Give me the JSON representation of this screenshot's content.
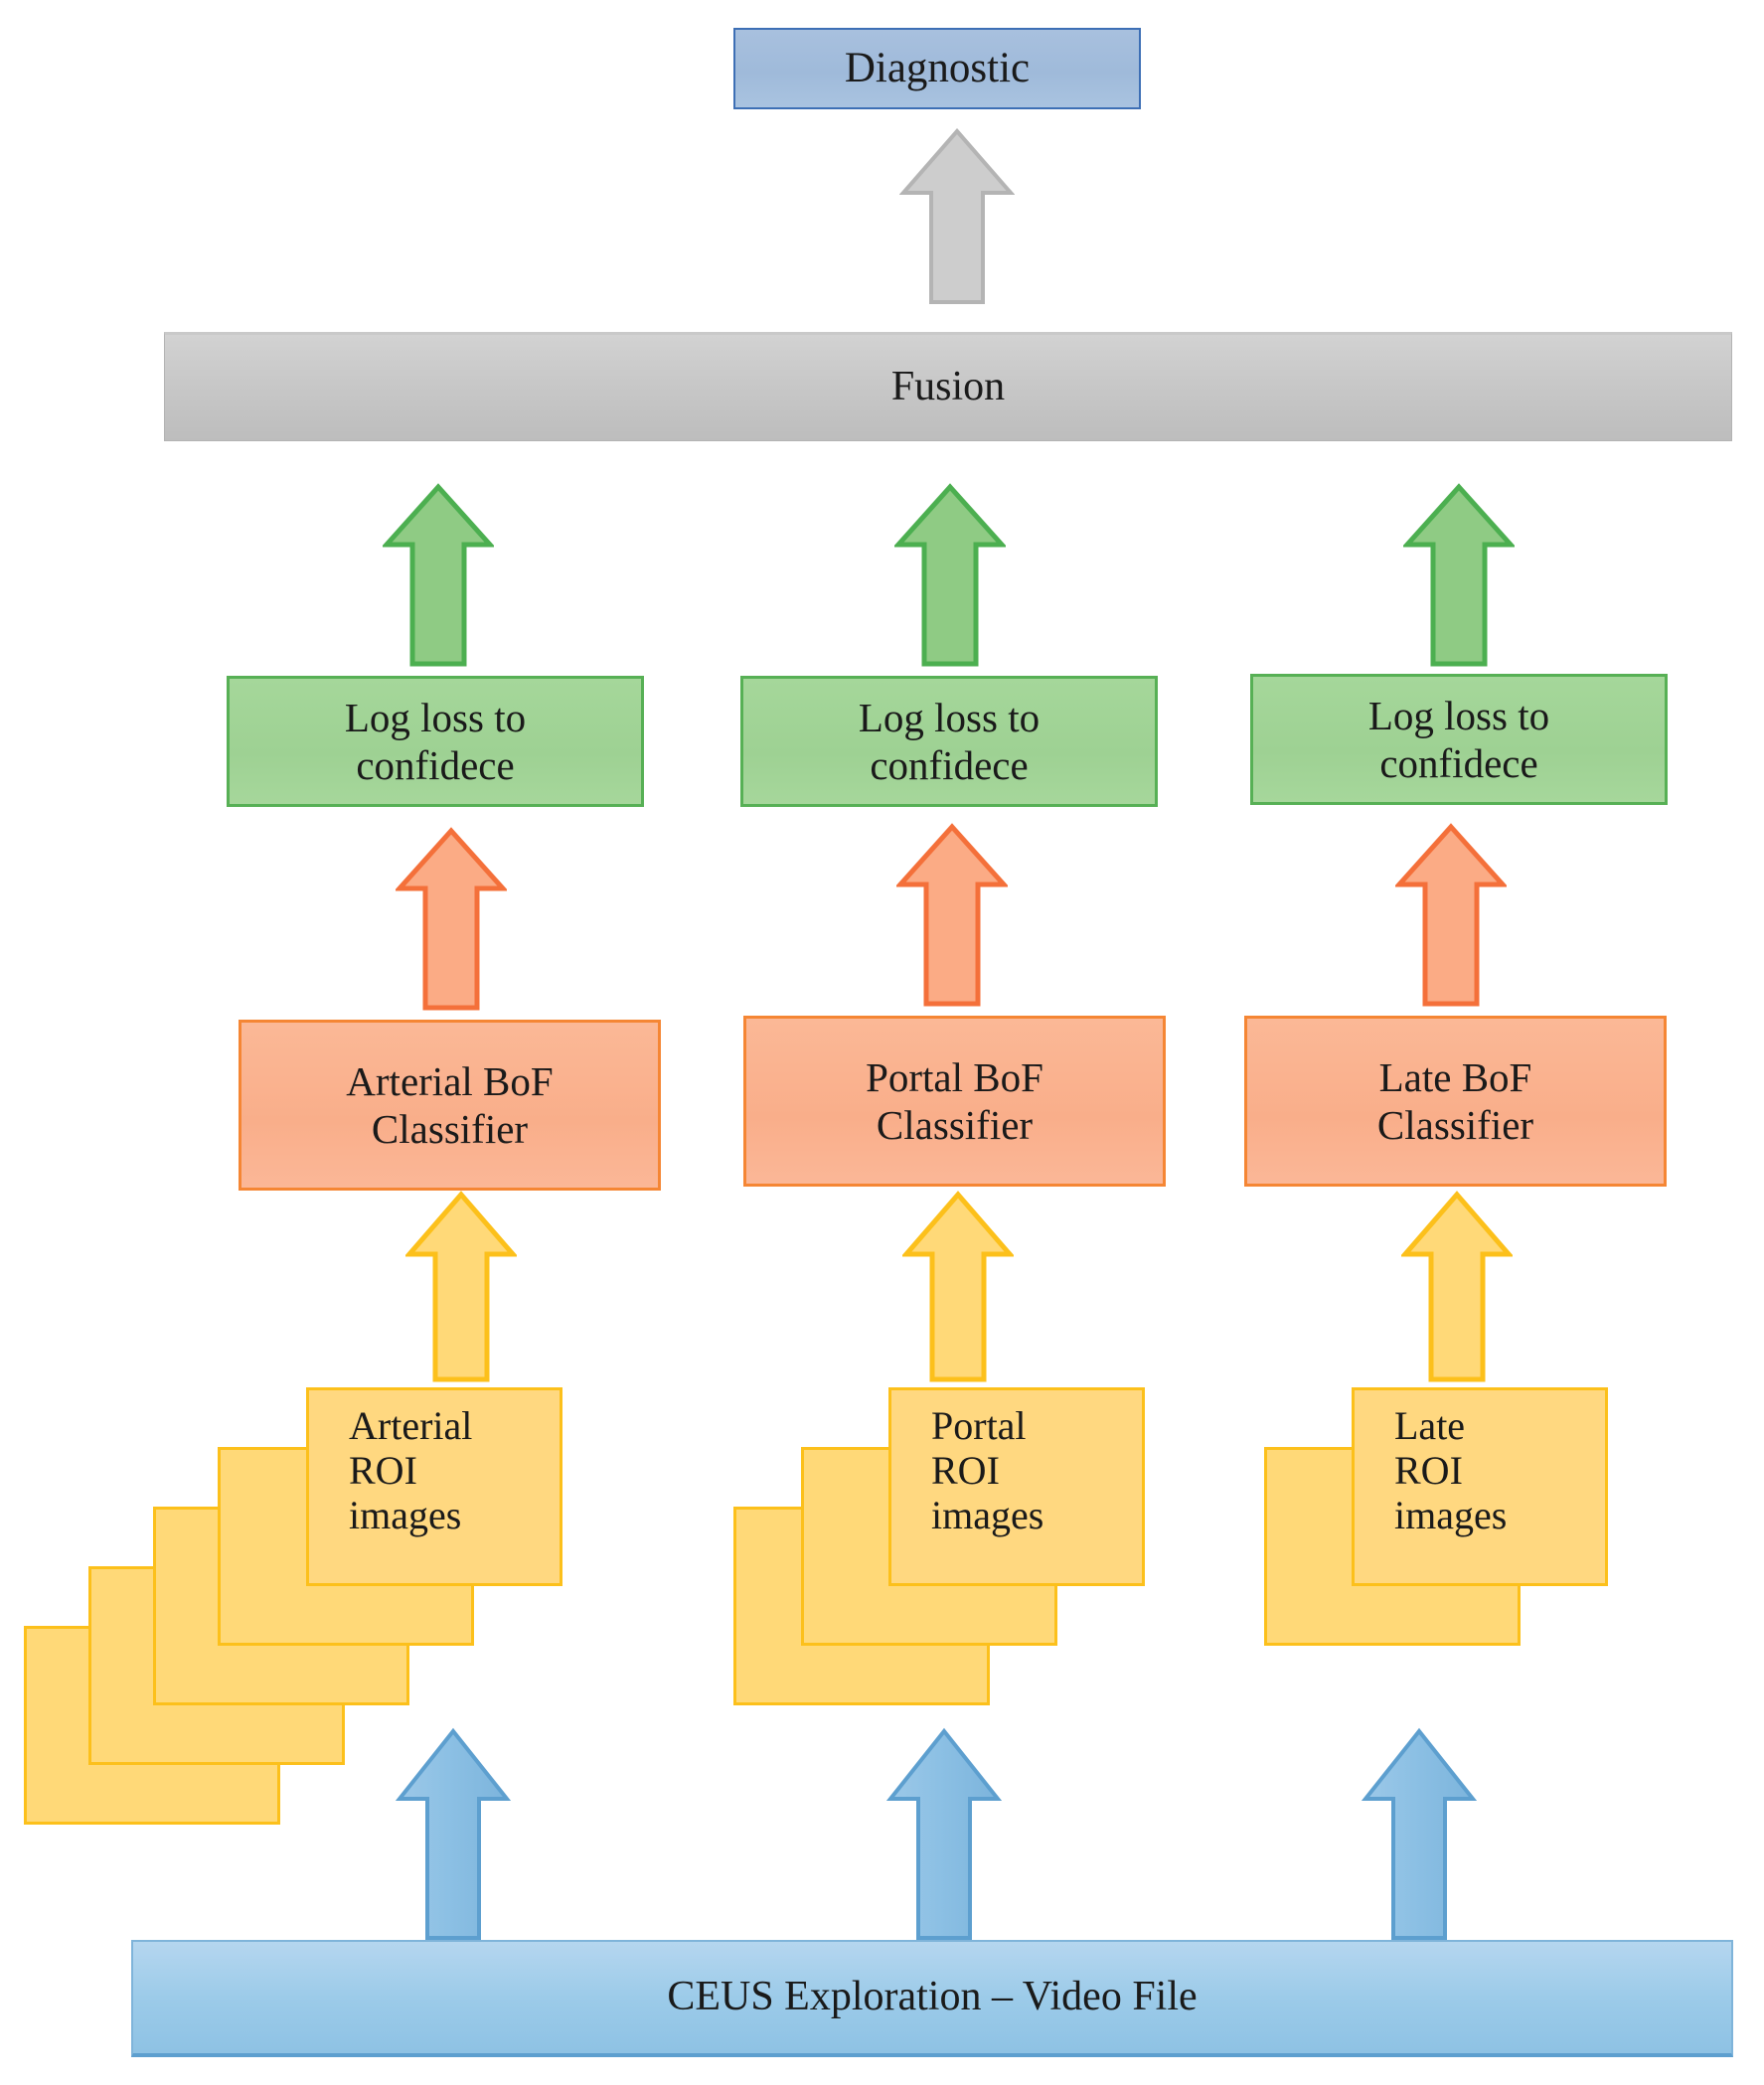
{
  "diagram": {
    "title": "CEUS multi-phase Bag-of-Features diagnostic pipeline",
    "type": "flowchart"
  },
  "nodes": {
    "diagnostic": {
      "label": "Diagnostic",
      "color": "#a9c3e0",
      "border": "#3d6fb5"
    },
    "fusion": {
      "label": "Fusion",
      "color": "#c8c8c8",
      "border": "#b3b3b3"
    },
    "source": {
      "label": "CEUS Exploration – Video File",
      "color": "#9ccbe9",
      "border": "#7fb4da"
    }
  },
  "columns": [
    {
      "name": "arterial",
      "confidence": {
        "label": "Log loss to\nconfidece",
        "color": "#9ed193",
        "border": "#57b055"
      },
      "classifier": {
        "label": "Arterial BoF\nClassifier",
        "color": "#f9ae8a",
        "border": "#f58634"
      },
      "roi": {
        "label": "Arterial\nROI\nimages",
        "color": "#ffd978",
        "border": "#fcc01b",
        "card_count": 5
      }
    },
    {
      "name": "portal",
      "confidence": {
        "label": "Log loss to\nconfidece",
        "color": "#9ed193",
        "border": "#57b055"
      },
      "classifier": {
        "label": "Portal BoF\nClassifier",
        "color": "#f9ae8a",
        "border": "#f58634"
      },
      "roi": {
        "label": "Portal\nROI\nimages",
        "color": "#ffd978",
        "border": "#fcc01b",
        "card_count": 3
      }
    },
    {
      "name": "late",
      "confidence": {
        "label": "Log loss to\nconfidece",
        "color": "#9ed193",
        "border": "#57b055"
      },
      "classifier": {
        "label": "Late BoF\nClassifier",
        "color": "#f9ae8a",
        "border": "#f58634"
      },
      "roi": {
        "label": "Late\nROI\nimages",
        "color": "#ffd978",
        "border": "#fcc01b",
        "card_count": 2
      }
    }
  ],
  "arrows": {
    "gray": {
      "name": "fusion-to-diagnostic-arrow",
      "fill": "#cccccc",
      "stroke": "#b0b0b0"
    },
    "green": {
      "name": "confidence-to-fusion-arrow",
      "fill": "#8fcb84",
      "stroke": "#4caf50"
    },
    "orange": {
      "name": "classifier-to-confidence-arrow",
      "fill": "#fbab85",
      "stroke": "#f4703a"
    },
    "yellow": {
      "name": "roi-to-classifier-arrow",
      "fill": "#ffd978",
      "stroke": "#fcc01b"
    },
    "blue": {
      "name": "source-to-roi-arrow",
      "fill": "#8cc0e4",
      "stroke": "#5d9fcf"
    }
  }
}
